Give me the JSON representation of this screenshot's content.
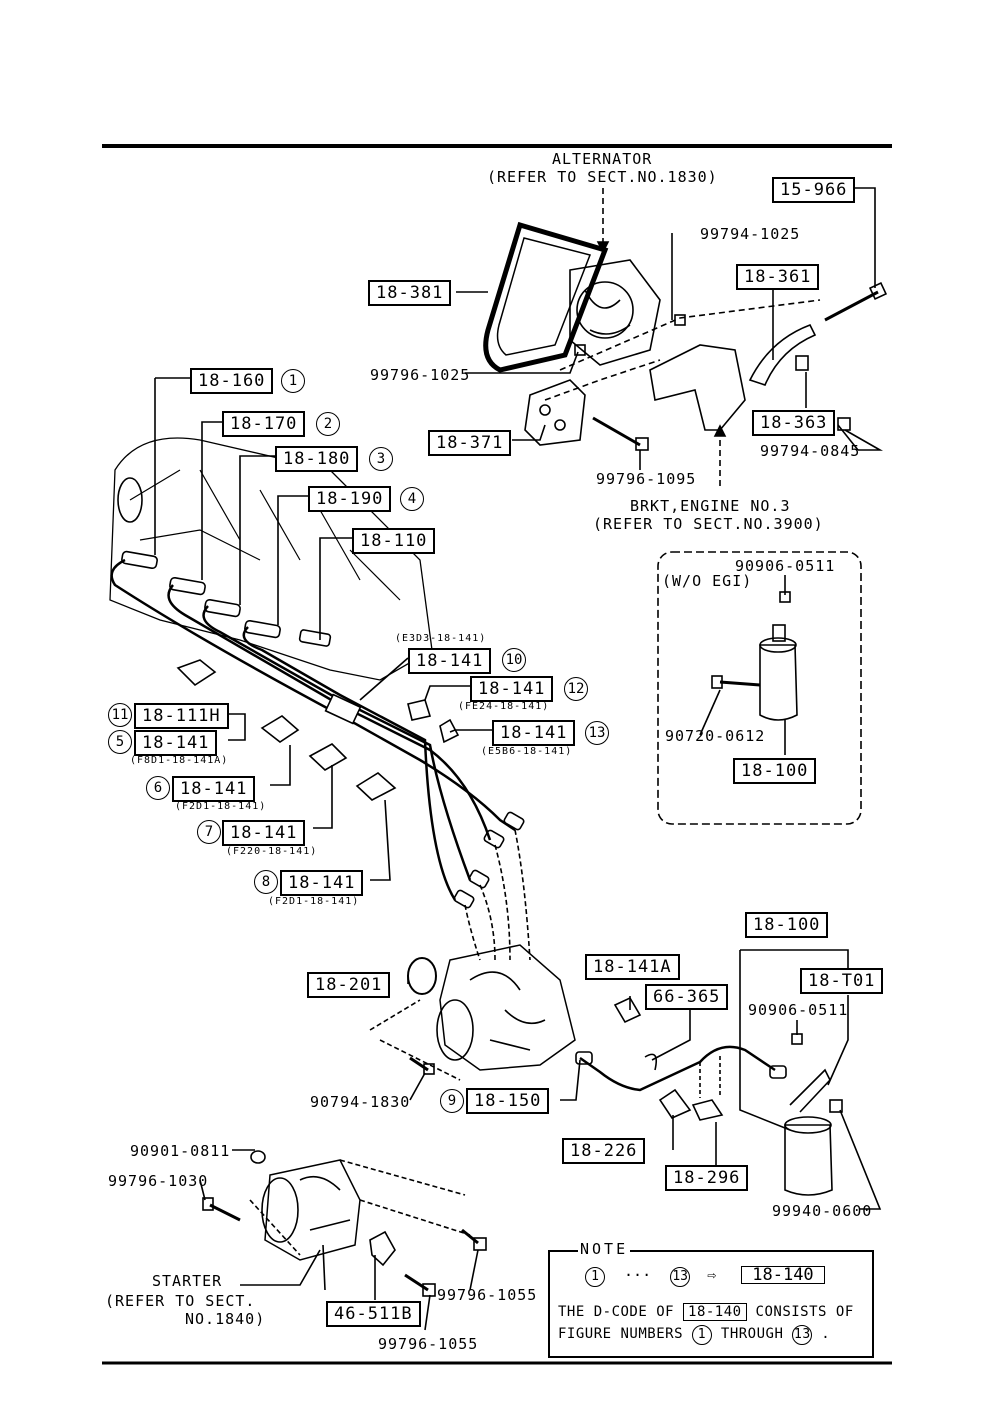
{
  "alternator": {
    "line1": "ALTERNATOR",
    "line2": "(REFER TO SECT.NO.1830)"
  },
  "bracket": {
    "line1": "BRKT,ENGINE NO.3",
    "line2": "(REFER TO SECT.NO.3900)"
  },
  "starter": {
    "line1": "STARTER",
    "line2": "(REFER TO SECT.",
    "line3": "NO.1840)"
  },
  "parts": {
    "p15966": "15-966",
    "p18381": "18-381",
    "p18361": "18-361",
    "p18363": "18-363",
    "p18371": "18-371",
    "p18160": "18-160",
    "p18170": "18-170",
    "p18180": "18-180",
    "p18190": "18-190",
    "p18110": "18-110",
    "p18141_10": "18-141",
    "p18141_12": "18-141",
    "p18141_13": "18-141",
    "p18111H": "18-111H",
    "p18141_5": "18-141",
    "p18141_6": "18-141",
    "p18141_7": "18-141",
    "p18141_8": "18-141",
    "p18100_egi": "18-100",
    "p18100": "18-100",
    "p18T01": "18-T01",
    "p18141A": "18-141A",
    "p66365": "66-365",
    "p18201": "18-201",
    "p18150": "18-150",
    "p18226": "18-226",
    "p18296": "18-296",
    "p46511B": "46-511B"
  },
  "hardware": {
    "h99794_1025": "99794-1025",
    "h99796_1025": "99796-1025",
    "h99796_1095": "99796-1095",
    "h99794_0845": "99794-0845",
    "h90906_0511a": "90906-0511",
    "h90720_0612": "90720-0612",
    "h90906_0511b": "90906-0511",
    "h90794_1830": "90794-1830",
    "h90901_0811": "90901-0811",
    "h99796_1030": "99796-1030",
    "h99940_0600": "99940-0600",
    "h99796_1055a": "99796-1055",
    "h99796_1055b": "99796-1055"
  },
  "egi_note": "(W/O EGI)",
  "sublabels": {
    "s10": "(E3D3-18-141)",
    "s12": "(FE24-18-141)",
    "s13": "(E5B6-18-141)",
    "s5": "(F8D1-18-141A)",
    "s6": "(F2D1-18-141)",
    "s7": "(F220-18-141)",
    "s8": "(F2D1-18-141)"
  },
  "circles": {
    "c1": "1",
    "c2": "2",
    "c3": "3",
    "c4": "4",
    "c5": "5",
    "c6": "6",
    "c7": "7",
    "c8": "8",
    "c9": "9",
    "c10": "10",
    "c11": "11",
    "c12": "12",
    "c13": "13"
  },
  "note": {
    "title": "NOTE",
    "from": "1",
    "dots": "···",
    "to": "13",
    "arrow": "⇨",
    "dcode": "18-140",
    "text1a": "THE D-CODE OF",
    "text1b": "18-140",
    "text1c": "CONSISTS OF",
    "text2a": "FIGURE NUMBERS",
    "text2b": "1",
    "text2c": "THROUGH",
    "text2d": "13",
    "text2e": "."
  }
}
